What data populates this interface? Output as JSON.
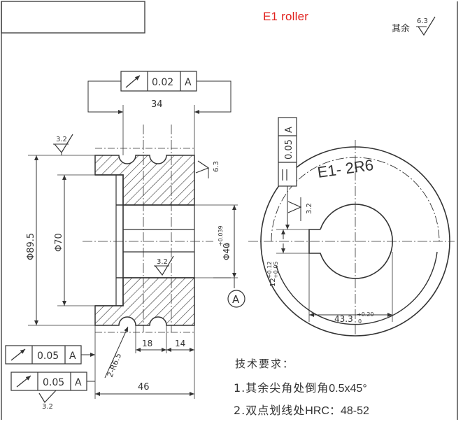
{
  "title": "E1 roller",
  "top_right": {
    "label": "其余",
    "roughness": "6.3"
  },
  "left_view": {
    "runout_top": {
      "tolerance": "0.02",
      "datum": "A"
    },
    "runout_bottom_1": {
      "tolerance": "0.05",
      "datum": "A"
    },
    "runout_bottom_2": {
      "tolerance": "0.05",
      "datum": "A"
    },
    "dim_width_top": "34",
    "dim_dia_outer": "Φ89.5",
    "dim_dia_inner": "Φ70",
    "dim_bore": "Φ40",
    "bore_tol_upper": "+0.039",
    "bore_tol_lower": "0",
    "dim_groove_pitch": "18",
    "dim_groove_end": "14",
    "dim_total_length": "46",
    "dim_groove_radius": "2-R6.5",
    "roughness_left": "3.2",
    "roughness_bore": "3.2",
    "roughness_groove": "6.3",
    "roughness_bottom": "3.2",
    "datum_label": "A"
  },
  "right_view": {
    "parallel_tolerance": "0.05",
    "datum": "A",
    "part_label": "E1- 2R6",
    "roughness_keyway": "3.2",
    "keyway_width": "12",
    "keyway_tol_upper": "+0.12",
    "keyway_tol_lower": "+0.05",
    "keyway_depth": "43.3",
    "keyway_depth_tol_upper": "+0.20",
    "keyway_depth_tol_lower": "0"
  },
  "tech_requirements": {
    "title": "技术要求：",
    "line1_prefix": "1.其余尖角处倒角",
    "line1_value": "0.5x45°",
    "line2_prefix": "2.双点划线处",
    "line2_value": "HRC：48-52"
  }
}
